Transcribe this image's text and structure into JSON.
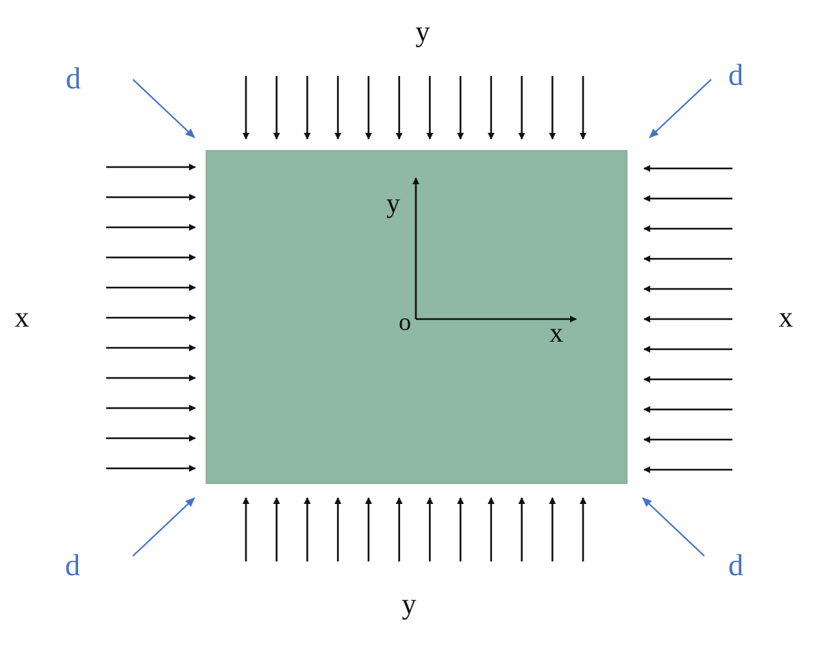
{
  "colors": {
    "plate": "#8fb8a5",
    "plate_border": "#7fa593",
    "arrow": "#111111",
    "diagonal": "#4472c4"
  },
  "labels": {
    "top_y": "y",
    "bottom_y": "y",
    "left_x": "x",
    "right_x": "x",
    "d_top_left": "d",
    "d_top_right": "d",
    "d_bottom_left": "d",
    "d_bottom_right": "d"
  },
  "axes": {
    "y_label": "y",
    "x_label": "x",
    "origin_label": "o"
  },
  "loads": {
    "top_count": 12,
    "bottom_count": 12,
    "left_count": 11,
    "right_count": 11
  }
}
